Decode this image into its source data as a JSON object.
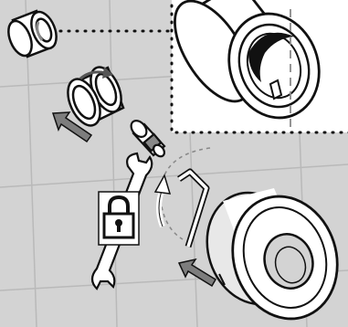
{
  "diagram": {
    "description_type": "installation-instruction-illustration",
    "colors": {
      "wall": "#d3d3d3",
      "tile_grid": "#b9b9b9",
      "outline": "#111111",
      "part_fill": "#ffffff",
      "shadow": "#8a8a8a",
      "arrow_fill": "#7d7d7d",
      "dashed": "#555555"
    },
    "icons": [
      "lock-icon",
      "arrow-icon",
      "rotation-arrow-icon",
      "wrench-icon",
      "allen-key-icon"
    ],
    "steps": [
      {
        "part": "rosette-cap-small",
        "action": "slide-on"
      },
      {
        "part": "threaded-sleeve",
        "action": "rotate"
      },
      {
        "part": "adapter-fitting",
        "action": "insert"
      },
      {
        "part": "open-end-wrench",
        "action": "tighten"
      },
      {
        "part": "allen-key",
        "action": "rotate"
      },
      {
        "part": "wall-rosette",
        "action": "push-on"
      }
    ],
    "detail_callout": {
      "shows": "notch-of-cap-alignment",
      "border": "dotted"
    }
  }
}
